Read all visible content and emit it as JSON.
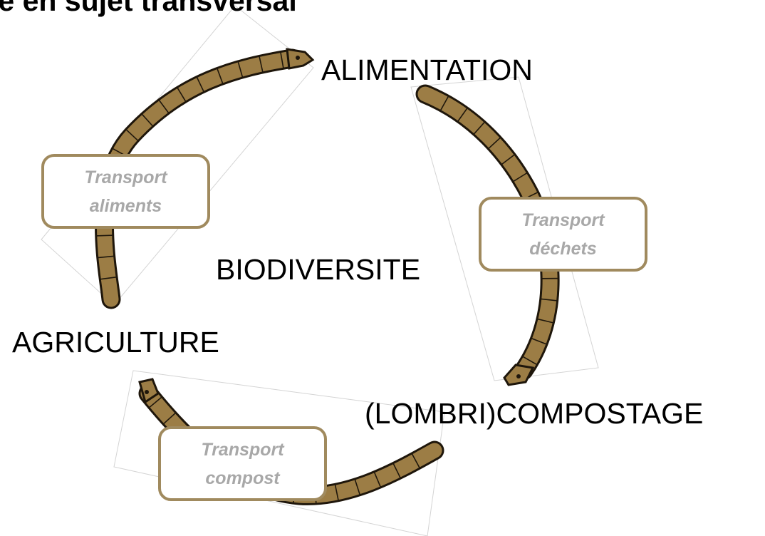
{
  "header_text": "le en sujet transversal",
  "center_label": "BIODIVERSITE",
  "nodes": {
    "alimentation": "ALIMENTATION",
    "compostage": "(LOMBRI)COMPOSTAGE",
    "agriculture": "AGRICULTURE"
  },
  "transports": {
    "aliments": {
      "line1": "Transport",
      "line2": "aliments"
    },
    "dechets": {
      "line1": "Transport",
      "line2": "déchets"
    },
    "compost": {
      "line1": "Transport",
      "line2": "compost"
    }
  },
  "colors": {
    "worm_fill": "#9c7d45",
    "worm_outline": "#1e160b",
    "box_border": "#a08a5e",
    "box_text": "#a8a8a8"
  }
}
